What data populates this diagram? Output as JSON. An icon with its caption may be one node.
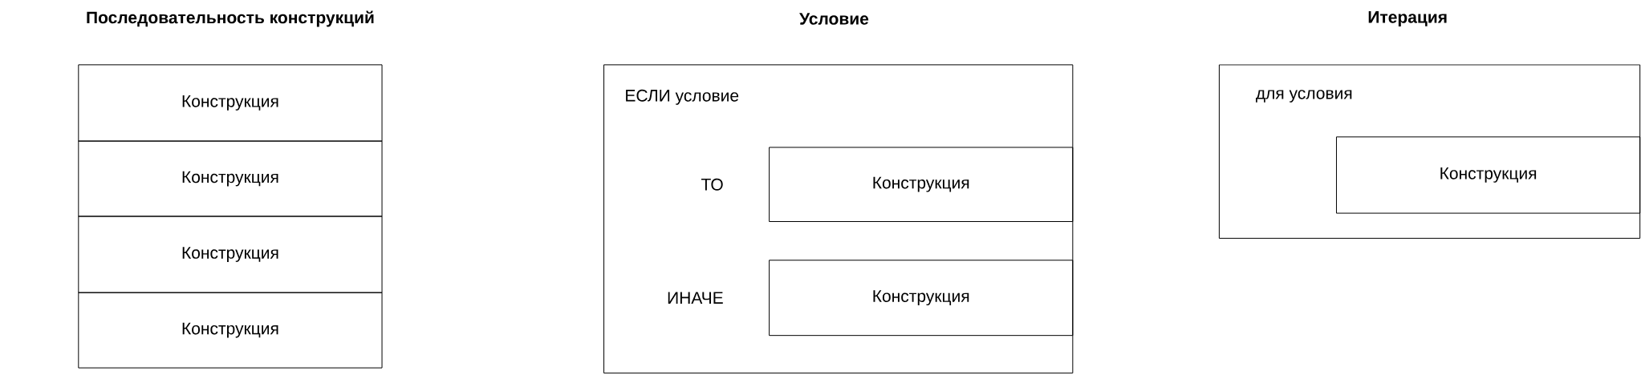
{
  "diagram": {
    "nodes": [
      {
        "text": [
          "Конструкция"
        ]
      },
      {
        "text": [
          "Конструкция"
        ]
      },
      {
        "text": [
          "Конструкция"
        ]
      },
      {
        "text": [
          "Конструкция"
        ]
      },
      {
        "text": [
          "ЕСЛИ условие"
        ]
      },
      {
        "text": [
          "Конструкция"
        ],
        "in": 4,
        "beside": [
          "ТО"
        ]
      },
      {
        "text": [
          "Конструкция"
        ],
        "in": 4,
        "beside": [
          "ИНАЧЕ"
        ]
      },
      {
        "text": [
          "для условия"
        ]
      },
      {
        "text": [
          "Конструкция"
        ],
        "in": 7
      }
    ],
    "labels": [
      "Последовательность конструкций",
      "Условие",
      "Итерация"
    ]
  }
}
